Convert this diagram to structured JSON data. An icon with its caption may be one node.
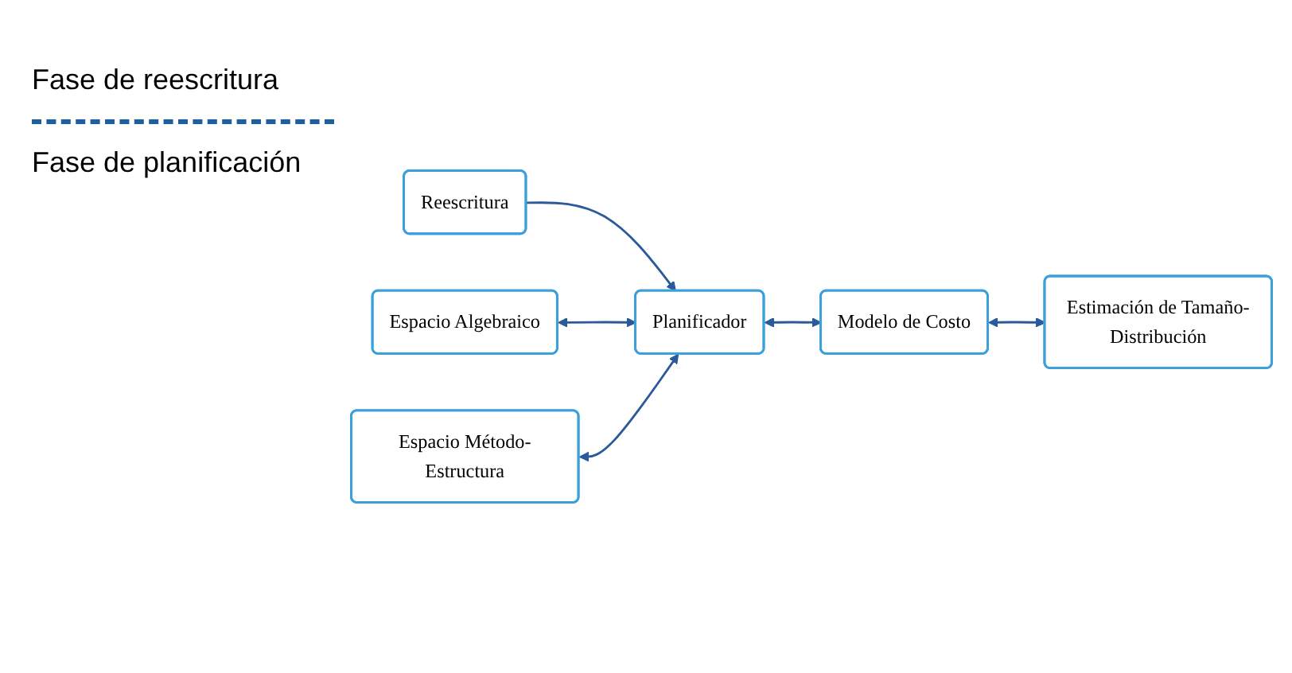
{
  "diagram": {
    "nodes": [
      {
        "text": [
          "Reescritura"
        ]
      },
      {
        "text": [
          "Espacio Algebraico"
        ]
      },
      {
        "text": [
          "Planificador"
        ]
      },
      {
        "text": [
          "Modelo de Costo"
        ]
      },
      {
        "text": [
          "Espacio Método-Estructura"
        ]
      },
      {
        "text": [
          "Estimación de Tamaño-Distribución"
        ]
      }
    ],
    "edges": [
      {
        "from": 0,
        "to": 2,
        "arrow": "to"
      },
      {
        "from": 1,
        "to": 2,
        "arrow": "both"
      },
      {
        "from": 4,
        "to": 2,
        "arrow": "both"
      },
      {
        "from": 2,
        "to": 3,
        "arrow": "both"
      },
      {
        "from": 3,
        "to": 5,
        "arrow": "both"
      }
    ],
    "labels": [
      "Fase de reescritura",
      "Fase de planificación"
    ]
  }
}
